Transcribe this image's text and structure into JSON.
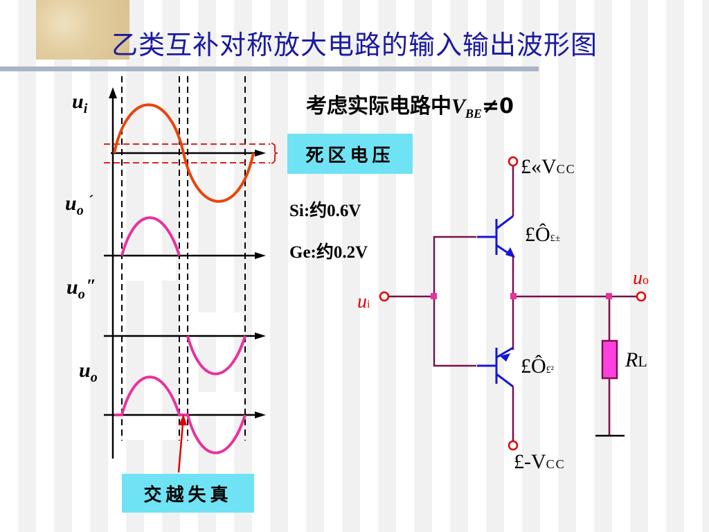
{
  "title": "乙类互补对称放大电路的输入输出波形图",
  "considered": {
    "prefix": "考虑实际电路中",
    "symbol": "V",
    "subscript": "BE",
    "suffix": "≠0"
  },
  "dead_zone_box": "死区电压",
  "crossover_box": "交越失真",
  "dead_zone_values": {
    "si": "Si:约0.6V",
    "ge": "Ge:约0.2V"
  },
  "waveform_labels": {
    "ui": {
      "base": "u",
      "sub": "i"
    },
    "uo1": {
      "base": "u",
      "sub": "o",
      "mark": "´"
    },
    "uo2": {
      "base": "u",
      "sub": "o",
      "mark": "″"
    },
    "uo": {
      "base": "u",
      "sub": "o"
    }
  },
  "circuit": {
    "vcc_pos": "£«V",
    "vcc_pos_sub": "CC",
    "vcc_neg": "£-V",
    "vcc_neg_sub": "CC",
    "t1": "£Ô",
    "t1_sub": "£±",
    "t2": "£Ô",
    "t2_sub": "£²",
    "ui_label": "u",
    "ui_sub": "i",
    "uo_label": "u",
    "uo_sub": "o",
    "rl_label": "R",
    "rl_sub": "L"
  },
  "colors": {
    "title": "#1a1aa0",
    "input_wave": "#e8440c",
    "output_wave": "#e8329c",
    "box_fill": "#6fe3f3",
    "dead_zone_lines": "#e02020",
    "wire": "#7a0f4a",
    "transistor": "#1515d8",
    "accent_red": "#e00000"
  }
}
